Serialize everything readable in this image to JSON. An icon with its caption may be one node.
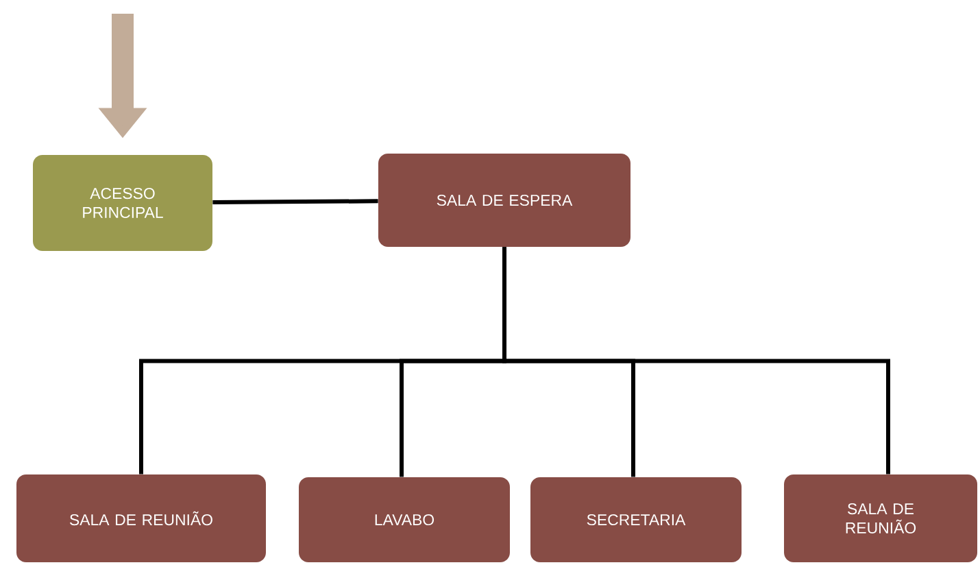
{
  "diagram": {
    "nodes": [
      {
        "text": [
          "ACESSO PRINCIPAL"
        ]
      },
      {
        "text": [
          "SALA DE ESPERA"
        ]
      },
      {
        "text": [
          "SALA DE REUNIÃO"
        ]
      },
      {
        "text": [
          "LAVABO"
        ]
      },
      {
        "text": [
          "SECRETARIA"
        ]
      },
      {
        "text": [
          "SALA DE REUNIÃO"
        ]
      }
    ],
    "edges": [
      {
        "from": null,
        "to": 0,
        "arrow": "to",
        "style": "thick",
        "color": "#c2ac98"
      },
      {
        "from": 0,
        "to": 1,
        "arrow": "none"
      },
      {
        "from": 1,
        "to": 2,
        "arrow": "none"
      },
      {
        "from": 1,
        "to": 3,
        "arrow": "none"
      },
      {
        "from": 1,
        "to": 4,
        "arrow": "none"
      },
      {
        "from": 1,
        "to": 5,
        "arrow": "none"
      }
    ]
  }
}
